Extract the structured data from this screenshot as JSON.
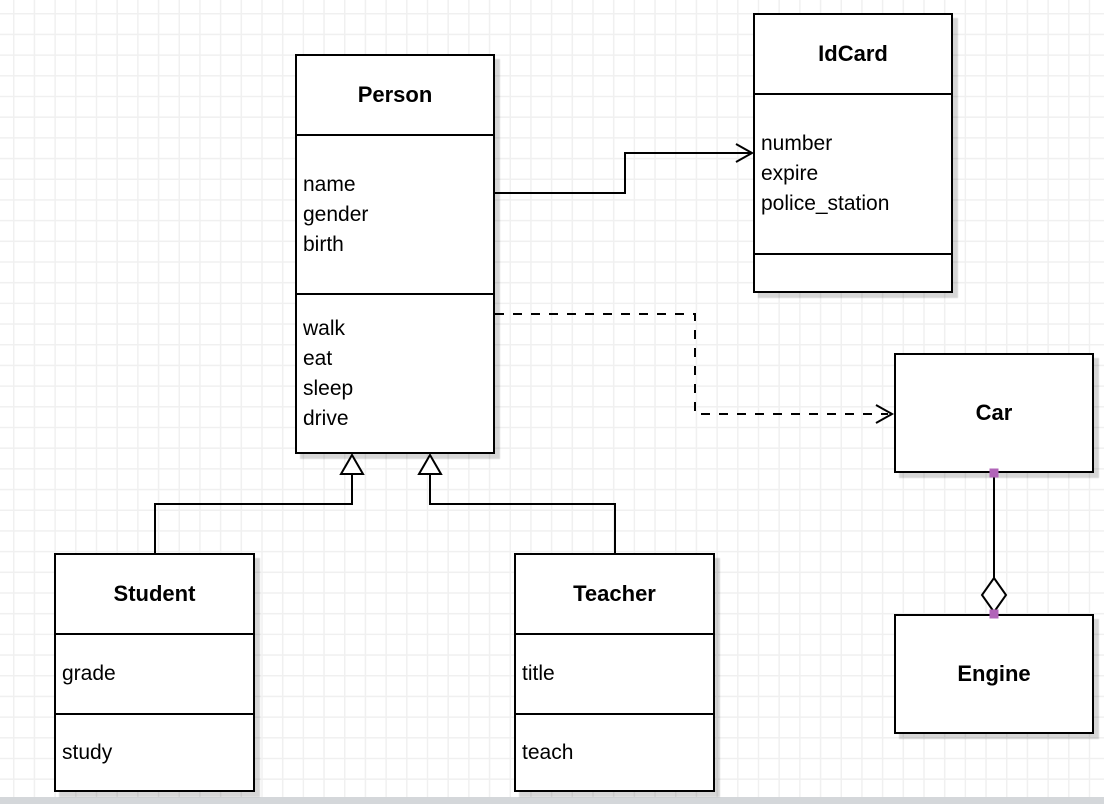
{
  "diagram_type": "uml-class-diagram",
  "classes": {
    "person": {
      "name": "Person",
      "attributes": [
        "name",
        "gender",
        "birth"
      ],
      "methods": [
        "walk",
        "eat",
        "sleep",
        "drive"
      ]
    },
    "idcard": {
      "name": "IdCard",
      "attributes": [
        "number",
        "expire",
        "police_station"
      ],
      "methods": []
    },
    "car": {
      "name": "Car",
      "attributes": [],
      "methods": []
    },
    "engine": {
      "name": "Engine",
      "attributes": [],
      "methods": []
    },
    "student": {
      "name": "Student",
      "attributes": [
        "grade"
      ],
      "methods": [
        "study"
      ]
    },
    "teacher": {
      "name": "Teacher",
      "attributes": [
        "title"
      ],
      "methods": [
        "teach"
      ]
    }
  },
  "relationships": [
    {
      "from": "Person",
      "to": "IdCard",
      "type": "association",
      "line": "solid",
      "arrow": "open"
    },
    {
      "from": "Person",
      "to": "Car",
      "type": "dependency",
      "line": "dashed",
      "arrow": "open"
    },
    {
      "from": "Student",
      "to": "Person",
      "type": "generalization",
      "line": "solid",
      "arrow": "hollow-triangle"
    },
    {
      "from": "Teacher",
      "to": "Person",
      "type": "generalization",
      "line": "solid",
      "arrow": "hollow-triangle"
    },
    {
      "from": "Car",
      "to": "Engine",
      "type": "aggregation",
      "line": "solid",
      "arrow": "hollow-diamond",
      "endpoint_handles": "fixed"
    }
  ],
  "colors": {
    "stroke": "#000000",
    "shape_fill": "#ffffff",
    "connection_handle": "#b164b8",
    "grid_line": "#f0f0f0",
    "page_edge": "#d4d7da",
    "shadow": "rgba(0,0,0,0.16)"
  }
}
